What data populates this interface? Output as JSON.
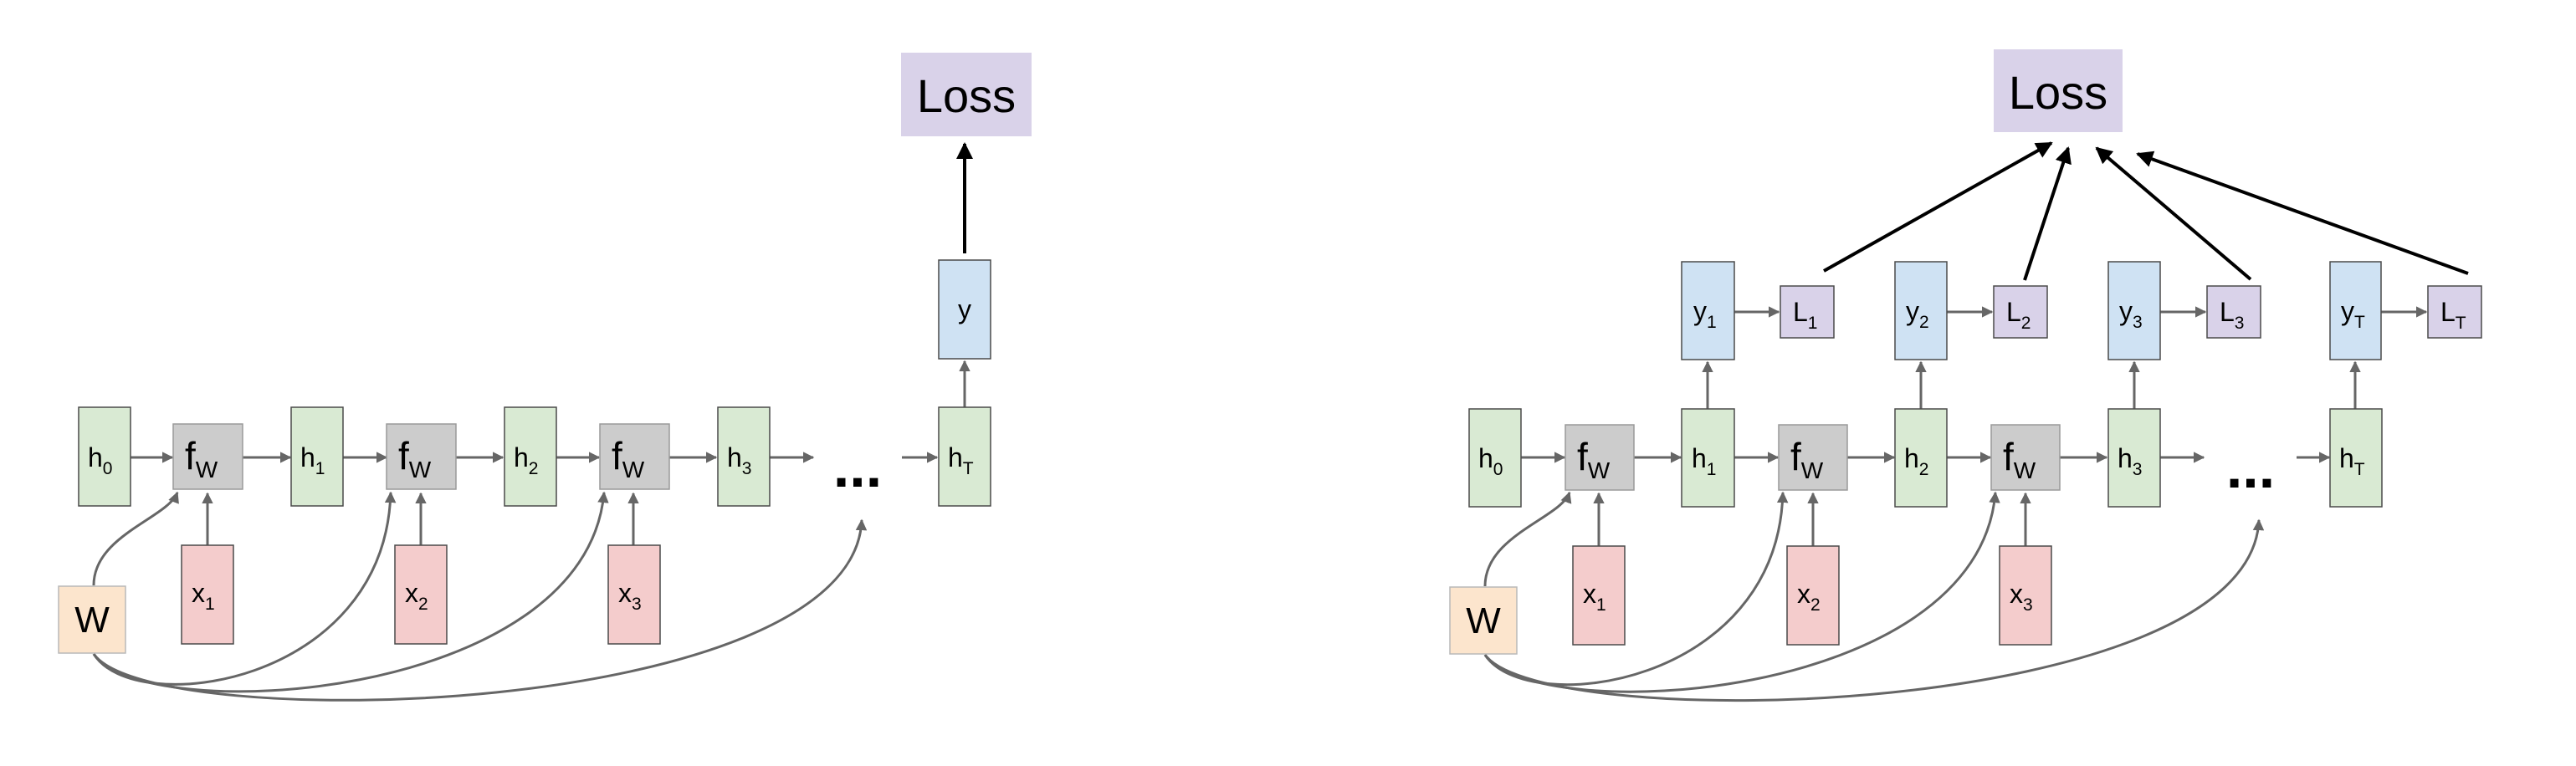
{
  "colors": {
    "hidden_state": "#d9ead3",
    "function": "#cccccc",
    "input": "#f4cccc",
    "output": "#cfe2f3",
    "loss": "#d9d2e9",
    "weights": "#fce5cd",
    "edge": "#666666",
    "edge_to_loss": "#000000"
  },
  "left_diagram": {
    "loss": "Loss",
    "weights": "W",
    "hidden": [
      {
        "main": "h",
        "sub": "0"
      },
      {
        "main": "h",
        "sub": "1"
      },
      {
        "main": "h",
        "sub": "2"
      },
      {
        "main": "h",
        "sub": "3"
      },
      {
        "main": "h",
        "sub": "T"
      }
    ],
    "functions": [
      {
        "main": "f",
        "sub": "W"
      },
      {
        "main": "f",
        "sub": "W"
      },
      {
        "main": "f",
        "sub": "W"
      }
    ],
    "inputs": [
      {
        "main": "x",
        "sub": "1"
      },
      {
        "main": "x",
        "sub": "2"
      },
      {
        "main": "x",
        "sub": "3"
      }
    ],
    "output": {
      "main": "y"
    },
    "ellipsis": "..."
  },
  "right_diagram": {
    "loss": "Loss",
    "weights": "W",
    "hidden": [
      {
        "main": "h",
        "sub": "0"
      },
      {
        "main": "h",
        "sub": "1"
      },
      {
        "main": "h",
        "sub": "2"
      },
      {
        "main": "h",
        "sub": "3"
      },
      {
        "main": "h",
        "sub": "T"
      }
    ],
    "functions": [
      {
        "main": "f",
        "sub": "W"
      },
      {
        "main": "f",
        "sub": "W"
      },
      {
        "main": "f",
        "sub": "W"
      }
    ],
    "inputs": [
      {
        "main": "x",
        "sub": "1"
      },
      {
        "main": "x",
        "sub": "2"
      },
      {
        "main": "x",
        "sub": "3"
      }
    ],
    "outputs": [
      {
        "main": "y",
        "sub": "1"
      },
      {
        "main": "y",
        "sub": "2"
      },
      {
        "main": "y",
        "sub": "3"
      },
      {
        "main": "y",
        "sub": "T"
      }
    ],
    "losses": [
      {
        "main": "L",
        "sub": "1"
      },
      {
        "main": "L",
        "sub": "2"
      },
      {
        "main": "L",
        "sub": "3"
      },
      {
        "main": "L",
        "sub": "T"
      }
    ],
    "ellipsis": "..."
  }
}
